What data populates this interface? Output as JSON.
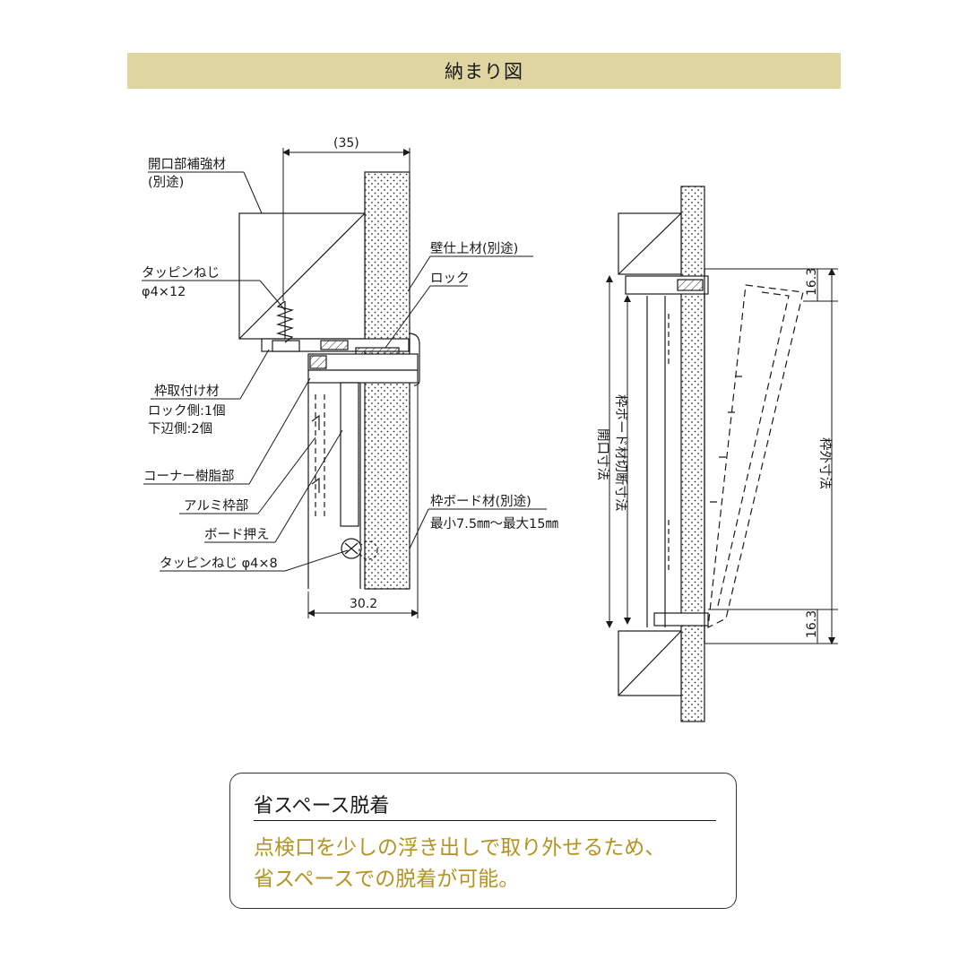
{
  "header": {
    "title": "納まり図"
  },
  "labels": {
    "opening_reinforcement": "開口部補強材",
    "opening_reinforcement_note": "(別途)",
    "tapping_screw_1": "タッピンねじ",
    "tapping_screw_1_size": "φ4×12",
    "frame_mount": "枠取付け材",
    "frame_mount_lock": "ロック側:1個",
    "frame_mount_bottom": "下辺側:2個",
    "corner_resin": "コーナー樹脂部",
    "aluminum_frame": "アルミ枠部",
    "board_holder": "ボード押え",
    "tapping_screw_2": "タッピンねじ φ4×8",
    "wall_finish": "壁仕上材(別途)",
    "lock": "ロック",
    "frame_board": "枠ボード材(別途)",
    "frame_board_range": "最小7.5㎜〜最大15㎜",
    "opening_size": "開口寸法",
    "board_cut_size": "枠ボード材切断寸法",
    "outer_size": "枠外寸法"
  },
  "dimensions": {
    "top_width": "(35)",
    "bottom_width": "30.2",
    "offset_top": "16.3",
    "offset_bottom": "16.3"
  },
  "feature": {
    "title": "省スペース脱着",
    "description_line1": "点検口を少しの浮き出しで取り外せるため、",
    "description_line2": "省スペースでの脱着が可能。"
  },
  "colors": {
    "banner": "#ded5a1",
    "accent_text": "#b59322"
  }
}
